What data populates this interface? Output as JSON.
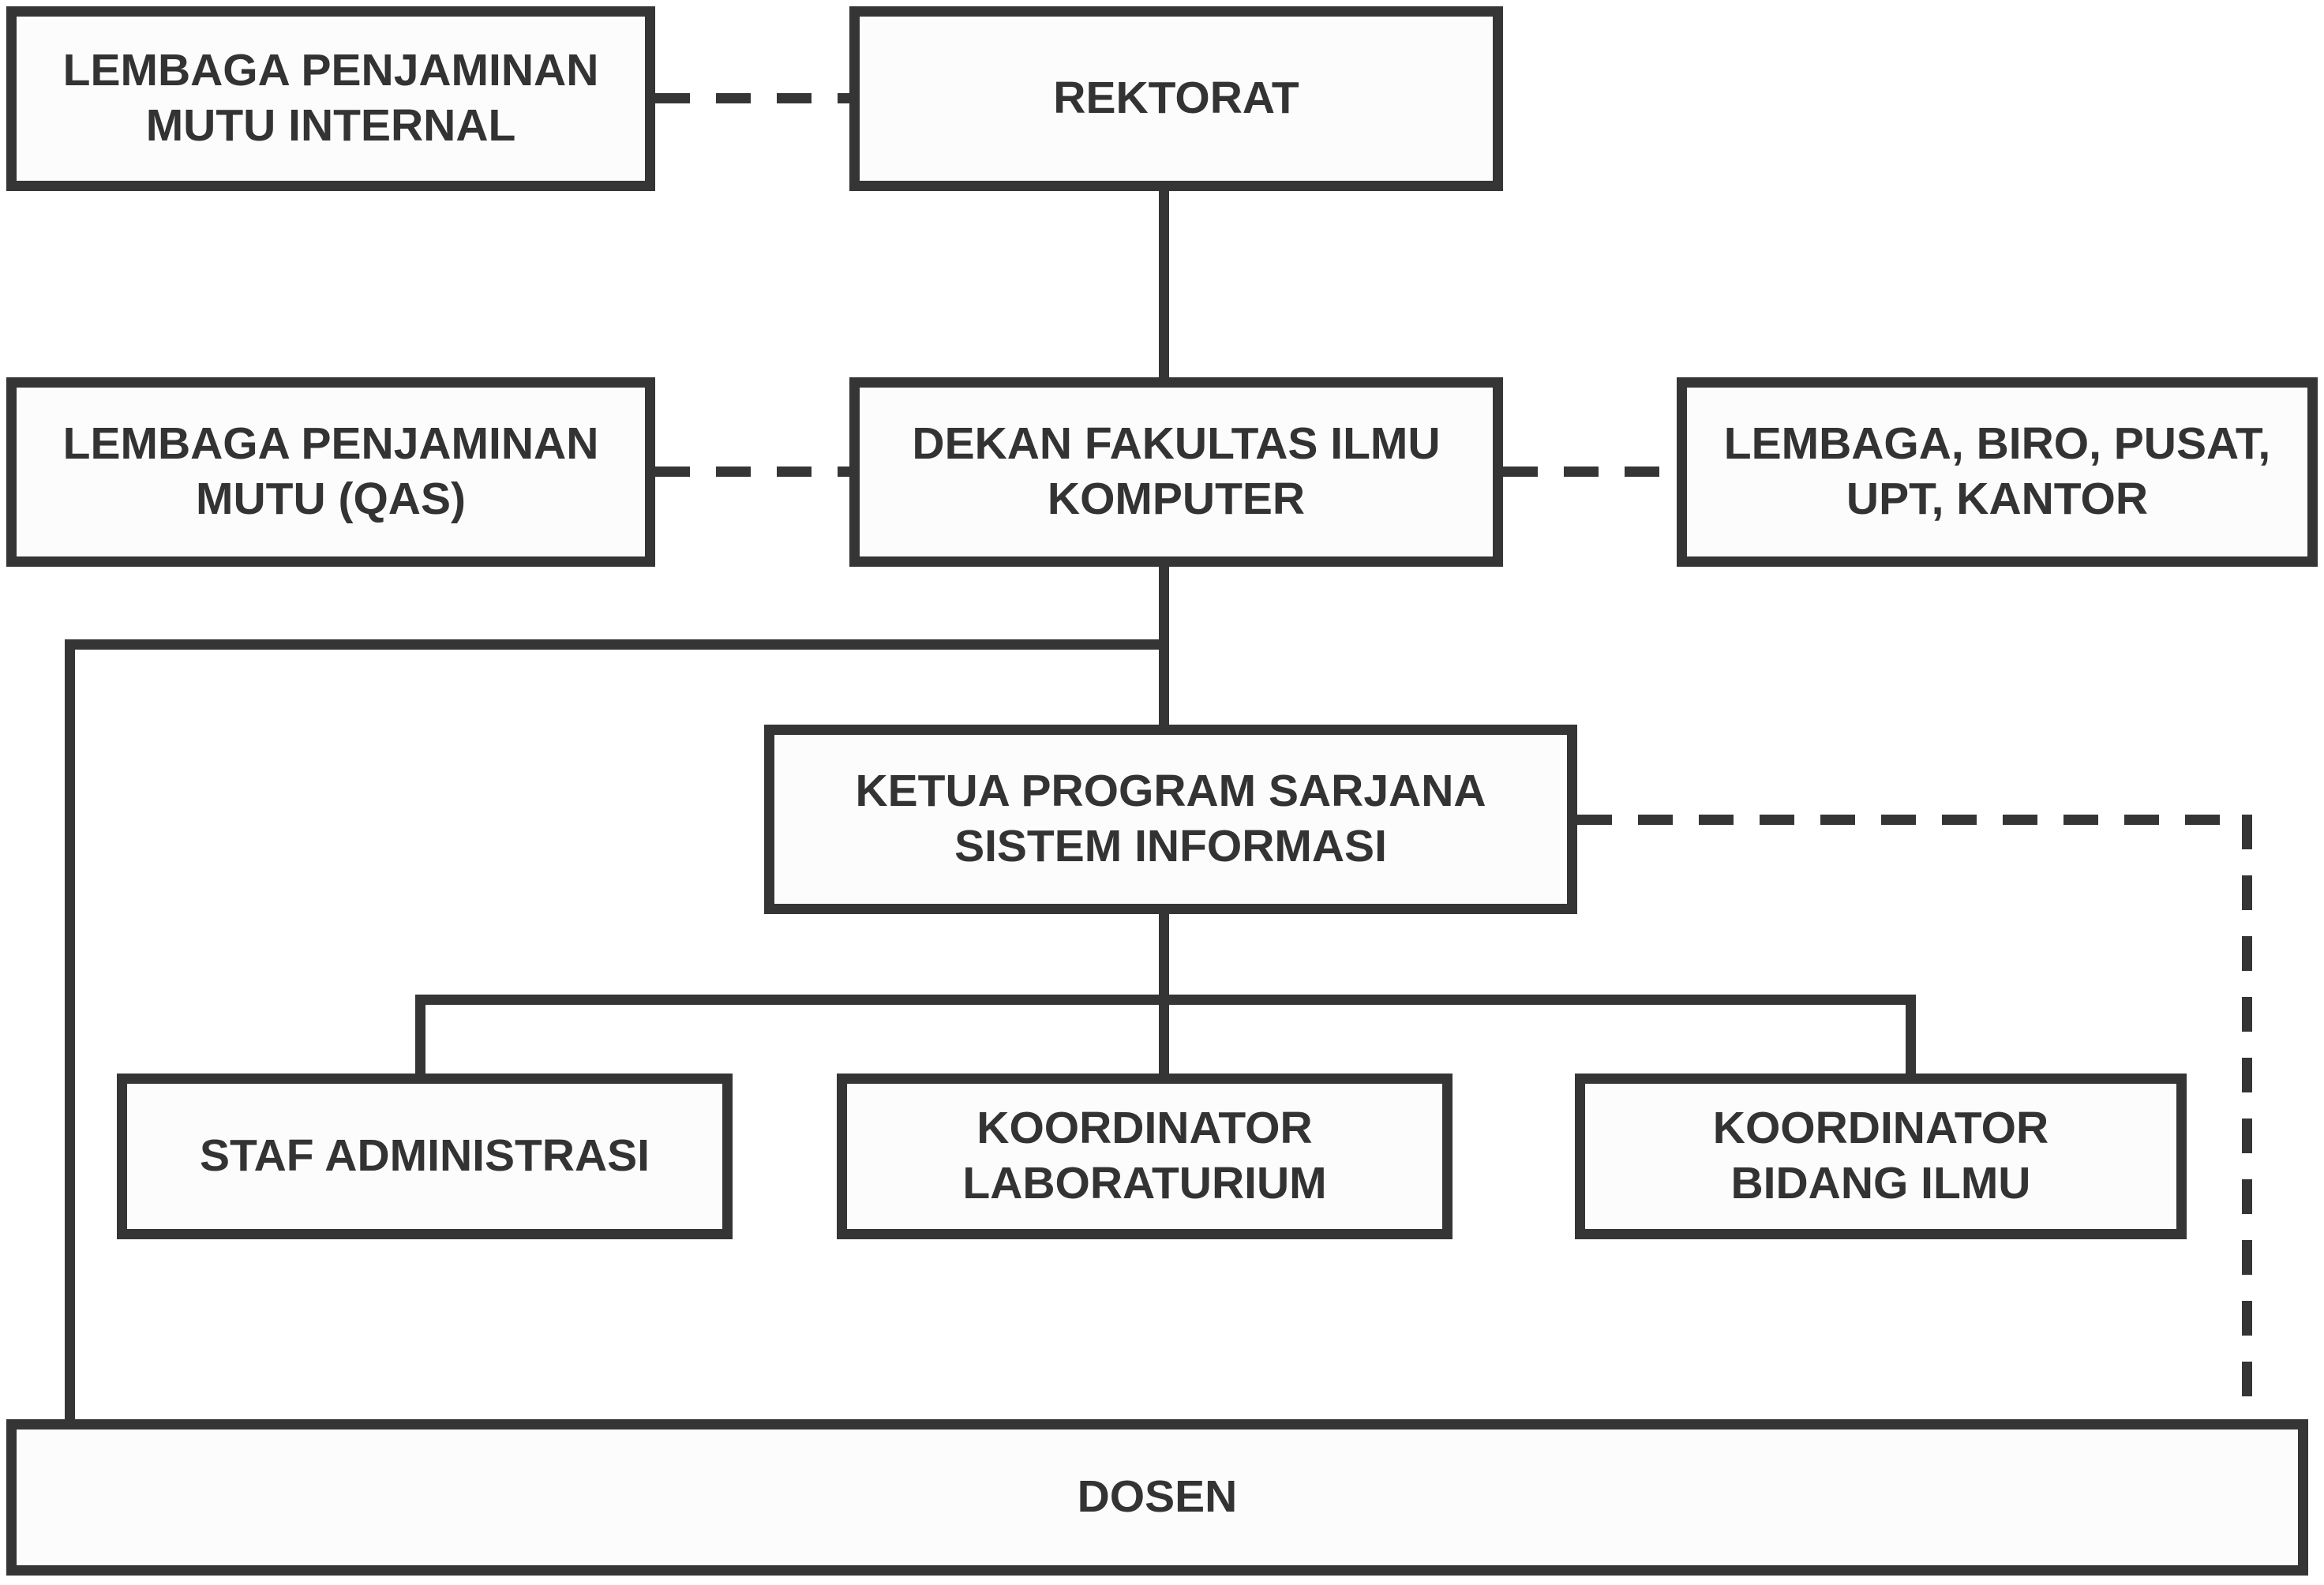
{
  "diagram": {
    "type": "organizational-chart",
    "colors": {
      "line": "#353535",
      "box_border": "#353535",
      "box_fill": "#fcfcfc",
      "text": "#333333",
      "background": "#ffffff"
    },
    "nodes": {
      "lpmi": {
        "label": "LEMBAGA PENJAMINAN\nMUTU INTERNAL"
      },
      "rektorat": {
        "label": "REKTORAT"
      },
      "lpm_qas": {
        "label": "LEMBAGA PENJAMINAN\nMUTU (QAS)"
      },
      "dekan": {
        "label": "DEKAN FAKULTAS ILMU\nKOMPUTER"
      },
      "lembaga_biro": {
        "label": "LEMBAGA, BIRO, PUSAT,\nUPT, KANTOR"
      },
      "ketua": {
        "label": "KETUA PROGRAM SARJANA\nSISTEM INFORMASI"
      },
      "staf": {
        "label": "STAF ADMINISTRASI"
      },
      "koord_lab": {
        "label": "KOORDINATOR\nLABORATURIUM"
      },
      "koord_bidang": {
        "label": "KOORDINATOR\nBIDANG ILMU"
      },
      "dosen": {
        "label": "DOSEN"
      }
    },
    "edges": [
      {
        "from": "lpmi",
        "to": "rektorat",
        "style": "dashed"
      },
      {
        "from": "rektorat",
        "to": "dekan",
        "style": "solid"
      },
      {
        "from": "lpm_qas",
        "to": "dekan",
        "style": "dashed"
      },
      {
        "from": "dekan",
        "to": "lembaga_biro",
        "style": "dashed"
      },
      {
        "from": "dekan",
        "to": "ketua",
        "style": "solid"
      },
      {
        "from": "dekan",
        "to": "dosen",
        "style": "solid"
      },
      {
        "from": "ketua",
        "to": "staf",
        "style": "solid"
      },
      {
        "from": "ketua",
        "to": "koord_lab",
        "style": "solid"
      },
      {
        "from": "ketua",
        "to": "koord_bidang",
        "style": "solid"
      },
      {
        "from": "ketua",
        "to": "dosen",
        "style": "dashed"
      }
    ]
  }
}
